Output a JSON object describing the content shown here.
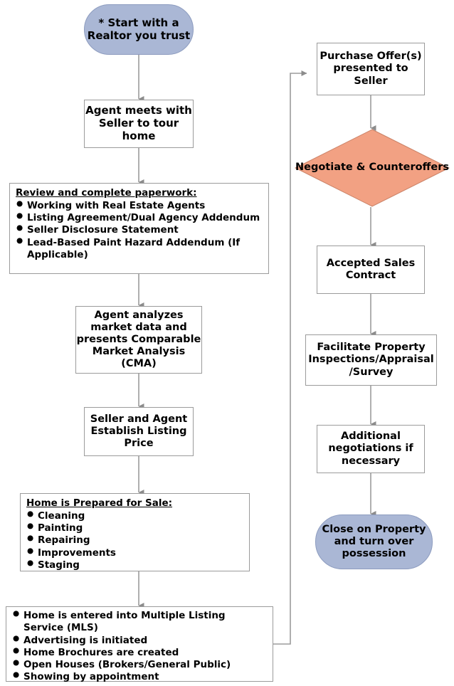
{
  "diagram": {
    "title": "Home Selling Process Flowchart",
    "colors": {
      "oval_fill": "#aab7d5",
      "diamond_fill": "#f2a183",
      "box_fill": "#ffffff",
      "border": "#9b9b9b",
      "connector": "#9b9b9b",
      "text": "#000000"
    }
  },
  "nodes": {
    "start": {
      "label": "*  Start with a Realtor you trust",
      "shape": "oval"
    },
    "agent_meets": {
      "label": "Agent meets with Seller to tour home",
      "shape": "box"
    },
    "paperwork": {
      "shape": "box-list",
      "title": "Review and complete paperwork:",
      "items": [
        "Working with Real Estate Agents",
        "Listing Agreement/Dual Agency Addendum",
        "Seller Disclosure Statement",
        "Lead-Based Paint Hazard Addendum (If Applicable)"
      ]
    },
    "cma": {
      "label": "Agent analyzes market data and presents Comparable Market Analysis (CMA)",
      "shape": "box"
    },
    "listing_price": {
      "label": "Seller and Agent Establish Listing Price",
      "shape": "box"
    },
    "prepare_home": {
      "shape": "box-list",
      "title": "Home is Prepared for Sale:",
      "items": [
        "Cleaning",
        "Painting",
        "Repairing",
        "Improvements",
        "Staging"
      ]
    },
    "marketing": {
      "shape": "box-list",
      "title": "",
      "items": [
        "Home is entered into Multiple Listing Service (MLS)",
        "Advertising is initiated",
        "Home Brochures are created",
        "Open Houses (Brokers/General Public)",
        "Showing by appointment"
      ]
    },
    "purchase_offers": {
      "label": "Purchase Offer(s) presented to Seller",
      "shape": "box"
    },
    "negotiate": {
      "label": "Negotiate & Counteroffers",
      "shape": "diamond"
    },
    "accepted_contract": {
      "label": "Accepted Sales Contract",
      "shape": "box"
    },
    "facilitate": {
      "label": "Facilitate Property Inspections/Appraisal /Survey",
      "shape": "box"
    },
    "additional_negotiations": {
      "label": "Additional negotiations if necessary",
      "shape": "box"
    },
    "close": {
      "label": "Close on Property and turn over possession",
      "shape": "oval"
    }
  }
}
